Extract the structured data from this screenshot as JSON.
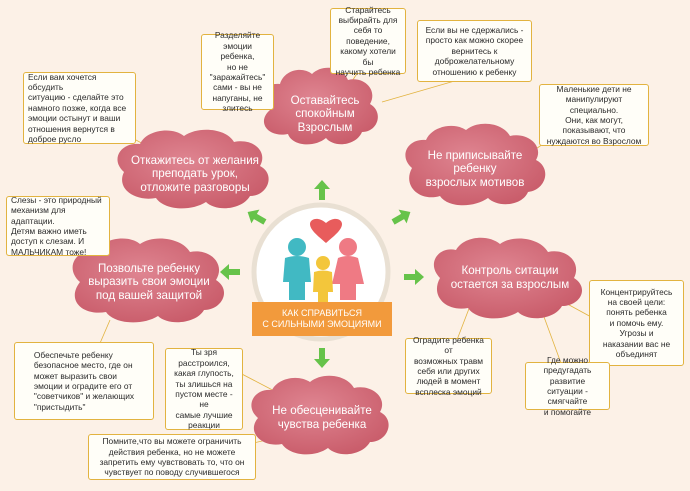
{
  "center": {
    "label": "КАК СПРАВИТЬСЯ\nС СИЛЬНЫМИ ЭМОЦИЯМИ",
    "icon": "family-heart-icon",
    "colors": {
      "ring": "#e9e0d3",
      "banner": "#f29a3c",
      "heart": "#e85c5c",
      "figure_teal": "#41b9c3",
      "figure_yellow": "#f3c63b",
      "figure_pink": "#ef7a84"
    }
  },
  "colors": {
    "cloud": "#c95c6a",
    "cloud_light": "#df8591",
    "arrow": "#66c34a",
    "note_border": "#e2b340",
    "background": "#fcf1e7"
  },
  "clouds": [
    {
      "id": "calm-adult",
      "label": "Оставайтесь\nспокойным\nВзрослым"
    },
    {
      "id": "no-adult-motives",
      "label": "Не приписывайте\nребенку\nвзрослых мотивов"
    },
    {
      "id": "control",
      "label": "Контроль ситации\nостается за взрослым"
    },
    {
      "id": "dont-devalue",
      "label": "Не обесценивайте\nчувства ребенка"
    },
    {
      "id": "let-express",
      "label": "Позвольте ребенку\nвыразить свои эмоции\nпод вашей защитой"
    },
    {
      "id": "no-lesson",
      "label": "Откажитесь от желания\nпреподать урок,\nотложите разговоры"
    }
  ],
  "notes": [
    {
      "id": "note-share-emotions",
      "text": "Разделяйте\nэмоции ребенка,\nно не\n\"заражайтесь\"\nсами - вы не\nнапуганы, не\nзлитесь"
    },
    {
      "id": "note-behave",
      "text": "Старайтесь\nвыбирайть для\nсебя то\nповедение,\nкакому хотели бы\nнаучить ребенка"
    },
    {
      "id": "note-return",
      "text": "Если вы не сдержались -\nпросто как можно скорее\nвернитесь к\nдоброжелательному\nотношению к ребенку"
    },
    {
      "id": "note-manipulate",
      "text": "Маленькие дети не\nманипулируют специально.\nОни, как могут,\nпоказывают, что\nнуждаются во Взрослом"
    },
    {
      "id": "note-concentrate",
      "text": "Концентрируйтесь\nна своей цели:\nпонять ребенка\nи помочь ему.\nУгрозы и\nнаказании вас не\nобъединят"
    },
    {
      "id": "note-foresee",
      "text": "Где можно\nпредугадать развитие\nситуации - смягчайте\nи помогайте"
    },
    {
      "id": "note-protect",
      "text": "Оградите ребенка от\nвозможных травм\nсебя или других\nлюдей в момент\nвсплеска эмоций"
    },
    {
      "id": "note-upset",
      "text": "Ты зря\nрасстроился,\nкакая глупость,\nты злишься на\nпустом месте - не\nсамые лучшие\nреакции"
    },
    {
      "id": "note-limit",
      "text": "Помните,что вы можете ограничить\nдействия ребенка, но не можете\nзапретить ему чувствовать то, что он\nчувствует по поводу случившегося"
    },
    {
      "id": "note-safe-place",
      "text": "Обеспечьте ребенку\nбезопасное место, где он\nможет выразить свои\nэмоции и оградите его от\n\"советчиков\" и желающих\n\"пристыдить\""
    },
    {
      "id": "note-tears",
      "text": "Слезы - это природный\nмеханизм для адаптации.\nДетям важно иметь\nдоступ к слезам. И\nМАЛЬЧИКАМ тоже!"
    },
    {
      "id": "note-discuss",
      "text": "Если вам хочется обсудить\nситуацию - сделайте это\nнамного позже, когда все\nэмоции остынут и ваши\nотношения вернутся в\nдоброе русло"
    }
  ]
}
